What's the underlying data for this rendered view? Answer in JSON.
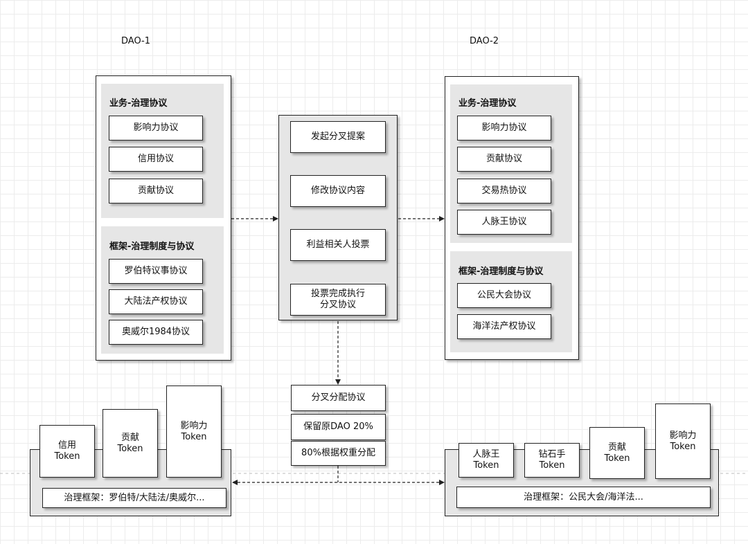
{
  "dao1": {
    "title": "DAO-1",
    "business": {
      "title": "业务-治理协议",
      "items": [
        "影响力协议",
        "信用协议",
        "贡献协议"
      ]
    },
    "framework": {
      "title": "框架-治理制度与协议",
      "items": [
        "罗伯特议事协议",
        "大陆法产权协议",
        "奥威尔1984协议"
      ]
    },
    "tokens": [
      "信用\nToken",
      "贡献\nToken",
      "影响力\nToken"
    ],
    "governance": "治理框架：罗伯特/大陆法/奥威尔..."
  },
  "dao2": {
    "title": "DAO-2",
    "business": {
      "title": "业务-治理协议",
      "items": [
        "影响力协议",
        "贡献协议",
        "交易热协议",
        "人脉王协议"
      ]
    },
    "framework": {
      "title": "框架-治理制度与协议",
      "items": [
        "公民大会协议",
        "海洋法产权协议"
      ]
    },
    "tokens": [
      "人脉王\nToken",
      "钻石手\nToken",
      "贡献\nToken",
      "影响力\nToken"
    ],
    "governance": "治理框架：公民大会/海洋法..."
  },
  "fork_process": {
    "steps": [
      "发起分叉提案",
      "修改协议内容",
      "利益相关人投票",
      "投票完成执行\n分叉协议"
    ]
  },
  "distribution": {
    "items": [
      "分叉分配协议",
      "保留原DAO 20%",
      "80%根据权重分配"
    ]
  }
}
